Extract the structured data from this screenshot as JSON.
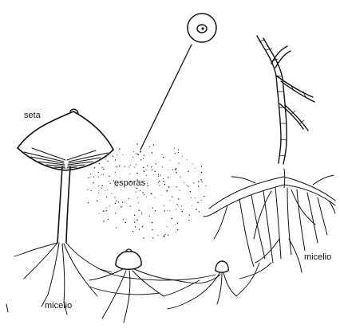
{
  "labels": {
    "seta": "seta",
    "esporas": "esporas",
    "micelio_right": "micelio",
    "micelio_left": "micelio"
  },
  "colors": {
    "ink": "#111111",
    "background": "#ffffff"
  }
}
